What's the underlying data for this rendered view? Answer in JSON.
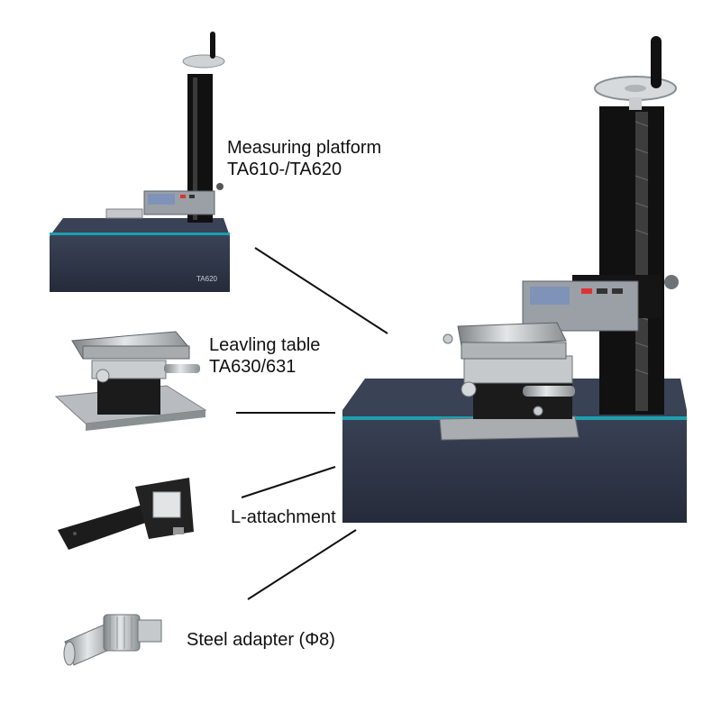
{
  "labels": {
    "measuring_platform": {
      "line1": "Measuring platform",
      "line2": "TA610-/TA620"
    },
    "leveling_table": {
      "line1": "Leavling table",
      "line2": "TA630/631"
    },
    "l_attachment": "L-attachment",
    "steel_adapter": "Steel adapter (Φ8)"
  },
  "small_unit_badge": "TA620",
  "colors": {
    "granite": "#2b3142",
    "granite_top": "#3a4256",
    "column": "#111111",
    "metal": "#b9bdc0",
    "display": "#7f92b8",
    "accent_stripe": "#1d9fb0"
  }
}
